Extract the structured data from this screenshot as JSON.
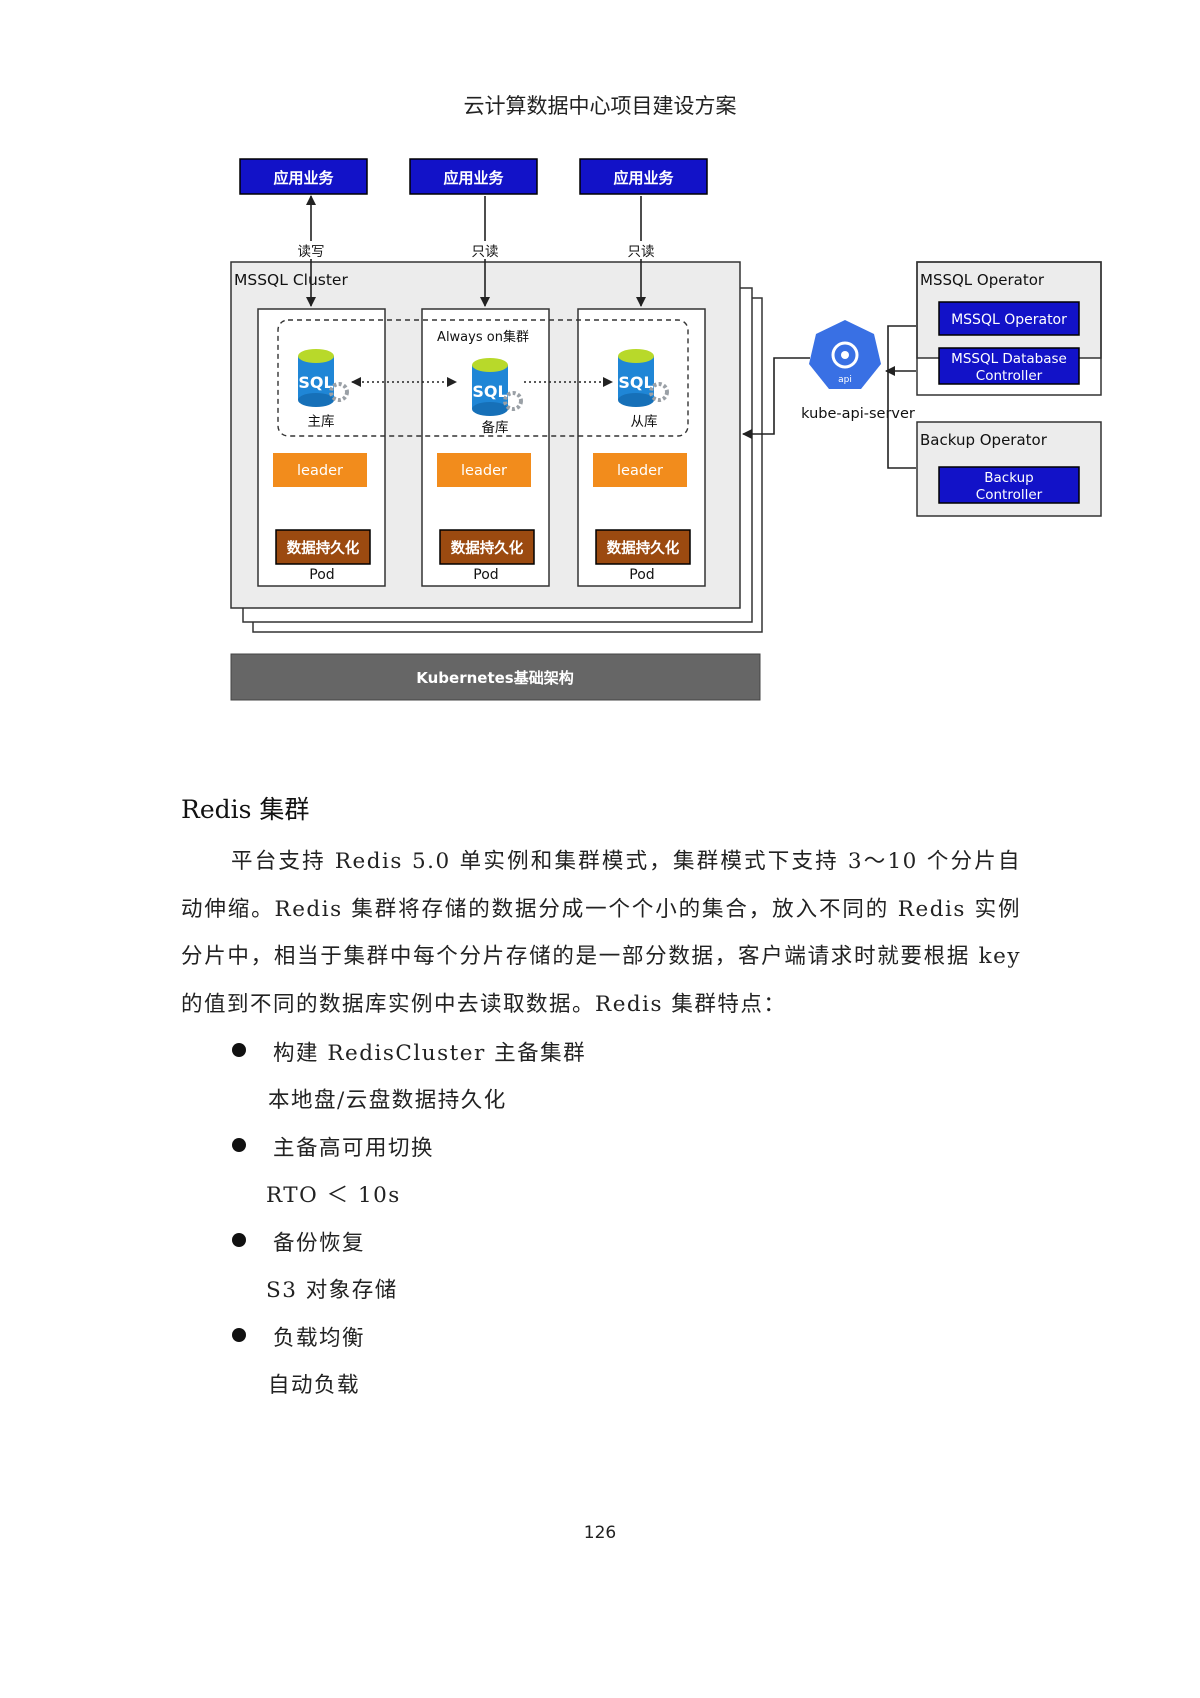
{
  "header": {
    "title": "云计算数据中心项目建设方案"
  },
  "diagram": {
    "apps": [
      "应用业务",
      "应用业务",
      "应用业务"
    ],
    "access": [
      "读写",
      "只读",
      "只读"
    ],
    "cluster_label": "MSSQL Cluster",
    "always_on_label": "Always on集群",
    "sql_icon_text": "SQL",
    "db_roles": [
      "主库",
      "备库",
      "从库"
    ],
    "leader_label": "leader",
    "persist_label": "数据持久化",
    "pod_label": "Pod",
    "api_server_icon_text": "api",
    "api_server_label": "kube-api-server",
    "mssql_operator": {
      "title": "MSSQL Operator",
      "items": [
        "MSSQL Operator",
        "MSSQL Database",
        "Controller"
      ]
    },
    "backup_operator": {
      "title": "Backup Operator",
      "items": [
        "Backup",
        "Controller"
      ]
    },
    "k8s_label": "Kubernetes基础架构",
    "colors": {
      "app_box": "#1212c8",
      "leader": "#f28c1c",
      "persist": "#9b4a10",
      "k8s_bar": "#666666",
      "k8s_logo": "#3970e4"
    }
  },
  "section": {
    "title": "Redis 集群",
    "paragraph": "平台支持 Redis 5.0 单实例和集群模式，集群模式下支持 3～10 个分片自动伸缩。Redis 集群将存储的数据分成一个个小的集合，放入不同的 Redis 实例分片中，相当于集群中每个分片存储的是一部分数据，客户端请求时就要根据 key 的值到不同的数据库实例中去读取数据。Redis 集群特点："
  },
  "features": [
    {
      "title": "构建 RedisCluster 主备集群",
      "detail": "本地盘/云盘数据持久化"
    },
    {
      "title": "主备高可用切换",
      "detail": "RTO ＜ 10s"
    },
    {
      "title": "备份恢复",
      "detail": "S3 对象存储"
    },
    {
      "title": "负载均衡",
      "detail": "自动负载"
    }
  ],
  "page_number": "126"
}
